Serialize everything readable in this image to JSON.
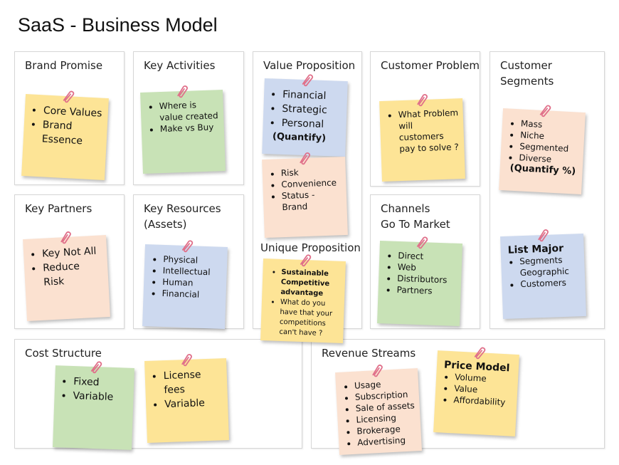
{
  "title": "SaaS - Business  Model",
  "colors": {
    "yellow": "#fde496",
    "green": "#c8e2b6",
    "blue": "#cdd9ef",
    "peach": "#fbe1d0",
    "clip": "#e0708a"
  },
  "sections": [
    {
      "id": "brand-promise",
      "label": "Brand Promise"
    },
    {
      "id": "key-activities",
      "label": "Key Activities"
    },
    {
      "id": "value-proposition",
      "label": "Value Proposition"
    },
    {
      "id": "customer-problem",
      "label": "Customer Problem"
    },
    {
      "id": "customer-segments",
      "label": "Customer Segments"
    },
    {
      "id": "key-partners",
      "label": "Key Partners"
    },
    {
      "id": "key-resources",
      "label": "Key Resources\n(Assets)"
    },
    {
      "id": "channels",
      "label": "Channels\nGo To Market"
    },
    {
      "id": "cost-structure",
      "label": "Cost Structure"
    },
    {
      "id": "revenue-streams",
      "label": "Revenue Streams"
    }
  ],
  "unique_proposition_label": "Unique Proposition",
  "notes": [
    {
      "id": "brand",
      "color": "yellow",
      "items": [
        "Core Values",
        "Brand Essence"
      ]
    },
    {
      "id": "activities",
      "color": "green",
      "items": [
        "Where is value created",
        "Make vs Buy"
      ]
    },
    {
      "id": "vp1",
      "color": "blue",
      "items": [
        "Financial",
        "Strategic",
        "Personal"
      ],
      "footer": "(Quantify)"
    },
    {
      "id": "vp2",
      "color": "peach",
      "items": [
        "Risk",
        "Convenience",
        "Status - Brand"
      ]
    },
    {
      "id": "unique",
      "color": "yellow",
      "bold_items": [
        "Sustainable Competitive advantage"
      ],
      "items": [
        "What do you have that your competitions can't have ?"
      ]
    },
    {
      "id": "problem",
      "color": "yellow",
      "items": [
        "What Problem will customers pay to solve ?"
      ]
    },
    {
      "id": "seg1",
      "color": "peach",
      "items": [
        "Mass",
        "Niche",
        "Segmented",
        "Diverse"
      ],
      "footer": "(Quantify %)"
    },
    {
      "id": "seg2",
      "color": "blue",
      "heading": "List Major",
      "items": [
        "Segments Geographic",
        "Customers"
      ]
    },
    {
      "id": "partners",
      "color": "peach",
      "items": [
        "Key Not All",
        "Reduce Risk"
      ]
    },
    {
      "id": "resources",
      "color": "blue",
      "items": [
        "Physical",
        "Intellectual",
        "Human",
        "Financial"
      ]
    },
    {
      "id": "channels",
      "color": "green",
      "items": [
        "Direct",
        "Web",
        "Distributors",
        "Partners"
      ]
    },
    {
      "id": "cost1",
      "color": "green",
      "items": [
        "Fixed",
        "Variable"
      ]
    },
    {
      "id": "cost2",
      "color": "yellow",
      "items": [
        "License fees",
        "Variable"
      ]
    },
    {
      "id": "rev1",
      "color": "peach",
      "items": [
        "Usage",
        "Subscription",
        "Sale of assets",
        "Licensing",
        "Brokerage",
        "Advertising"
      ]
    },
    {
      "id": "rev2",
      "color": "yellow",
      "heading": "Price Model",
      "items": [
        "Volume",
        "Value",
        "Affordability"
      ]
    }
  ]
}
